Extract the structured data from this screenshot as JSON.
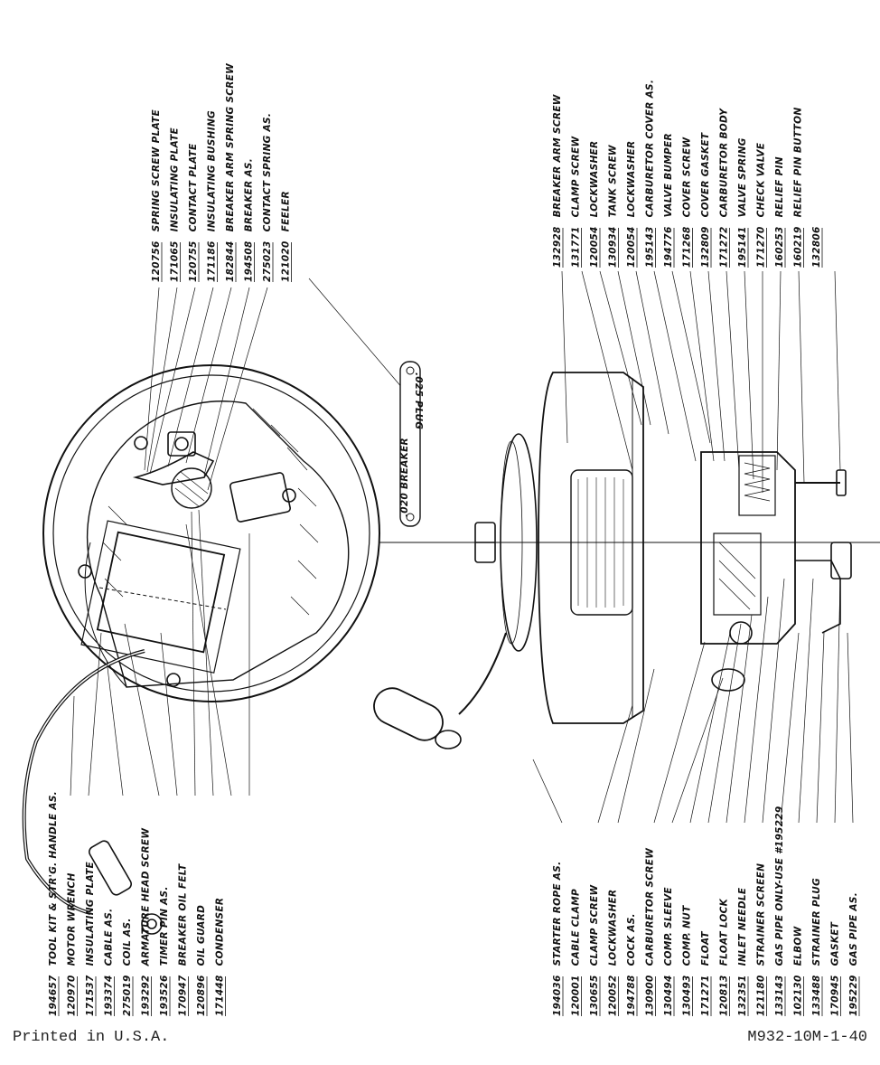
{
  "footer": {
    "printed": "Printed in U.S.A.",
    "code": "M932-10M-1-40"
  },
  "feeler_gauge": {
    "breaker": ".020 BREAKER",
    "plug": ".025 PLUG"
  },
  "magneto_top": [
    {
      "num": "120756",
      "name": "SPRING SCREW PLATE"
    },
    {
      "num": "171065",
      "name": "INSULATING PLATE"
    },
    {
      "num": "120755",
      "name": "CONTACT PLATE"
    },
    {
      "num": "171186",
      "name": "INSULATING BUSHING"
    },
    {
      "num": "182844",
      "name": "BREAKER ARM SPRING SCREW"
    },
    {
      "num": "194508",
      "name": "BREAKER AS."
    },
    {
      "num": "275023",
      "name": "CONTACT SPRING AS."
    },
    {
      "num": "121020",
      "name": "FEELER"
    }
  ],
  "magneto_bottom": [
    {
      "num": "194657",
      "name": "TOOL KIT & STR'G. HANDLE AS."
    },
    {
      "num": "120970",
      "name": "MOTOR WRENCH"
    },
    {
      "num": "171537",
      "name": "INSULATING PLATE"
    },
    {
      "num": "193374",
      "name": "CABLE AS."
    },
    {
      "num": "275019",
      "name": "COIL AS."
    },
    {
      "num": "193292",
      "name": "ARMATURE HEAD SCREW"
    },
    {
      "num": "193526",
      "name": "TIMER PIN AS."
    },
    {
      "num": "170947",
      "name": "BREAKER OIL FELT"
    },
    {
      "num": "120896",
      "name": "OIL GUARD"
    },
    {
      "num": "171448",
      "name": "CONDENSER"
    }
  ],
  "carb_top": [
    {
      "num": "132928",
      "name": "BREAKER ARM SCREW"
    },
    {
      "num": "131771",
      "name": "CLAMP SCREW"
    },
    {
      "num": "120054",
      "name": "LOCKWASHER"
    },
    {
      "num": "130934",
      "name": "TANK SCREW"
    },
    {
      "num": "120054",
      "name": "LOCKWASHER"
    },
    {
      "num": "195143",
      "name": "CARBURETOR COVER AS."
    },
    {
      "num": "194776",
      "name": "VALVE BUMPER"
    },
    {
      "num": "171268",
      "name": "COVER SCREW"
    },
    {
      "num": "132809",
      "name": "COVER GASKET"
    },
    {
      "num": "171272",
      "name": "CARBURETOR BODY"
    },
    {
      "num": "195141",
      "name": "VALVE SPRING"
    },
    {
      "num": "171270",
      "name": "CHECK VALVE"
    },
    {
      "num": "160253",
      "name": "RELIEF PIN"
    },
    {
      "num": "160219",
      "name": "RELIEF PIN BUTTON"
    },
    {
      "num": "132806",
      "name": ""
    }
  ],
  "carb_bottom": [
    {
      "num": "194036",
      "name": "STARTER ROPE AS."
    },
    {
      "num": "120001",
      "name": "CABLE CLAMP"
    },
    {
      "num": "130655",
      "name": "CLAMP SCREW"
    },
    {
      "num": "120052",
      "name": "LOCKWASHER"
    },
    {
      "num": "194788",
      "name": "COCK AS."
    },
    {
      "num": "130900",
      "name": "CARBURETOR SCREW"
    },
    {
      "num": "130494",
      "name": "COMP. SLEEVE"
    },
    {
      "num": "130493",
      "name": "COMP. NUT"
    },
    {
      "num": "171271",
      "name": "FLOAT"
    },
    {
      "num": "120813",
      "name": "FLOAT LOCK"
    },
    {
      "num": "132351",
      "name": "INLET NEEDLE"
    },
    {
      "num": "121180",
      "name": "STRAINER SCREEN"
    },
    {
      "num": "133143",
      "name": "GAS PIPE ONLY-USE #195229"
    },
    {
      "num": "102130",
      "name": "ELBOW"
    },
    {
      "num": "133488",
      "name": "STRAINER PLUG"
    },
    {
      "num": "170945",
      "name": "GASKET"
    },
    {
      "num": "195229",
      "name": "GAS PIPE AS."
    }
  ]
}
